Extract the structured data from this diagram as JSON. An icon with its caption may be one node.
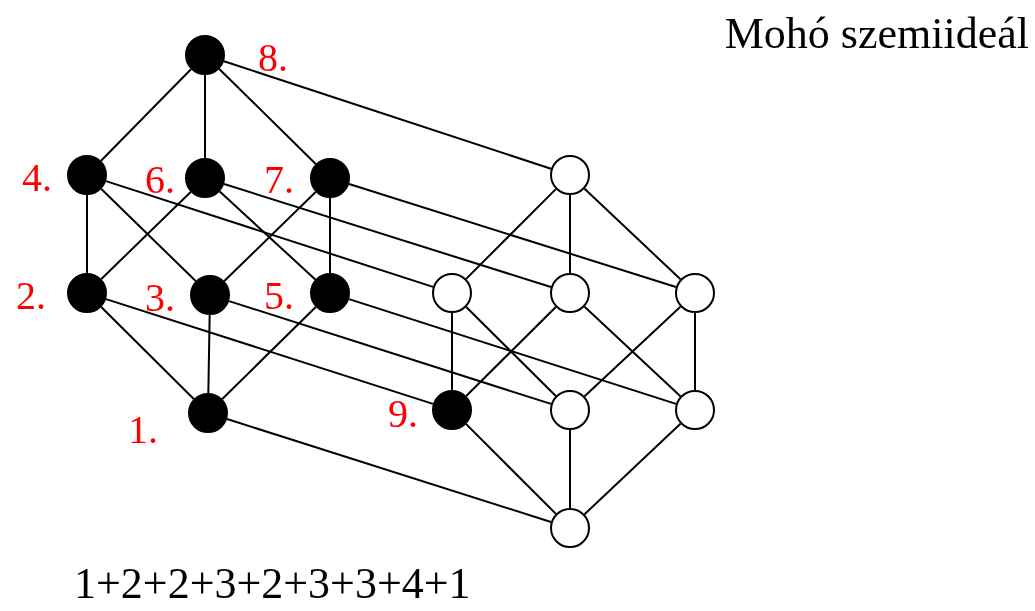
{
  "diagram": {
    "title": "Mohó szemiideál",
    "caption": "1+2+2+3+2+3+3+4+1",
    "nodes": [
      {
        "text": [],
        "shape": "dot",
        "beside": [
          "8."
        ]
      },
      {
        "text": [],
        "shape": "dot",
        "beside": [
          "4."
        ]
      },
      {
        "text": [],
        "shape": "dot",
        "beside": [
          "6."
        ]
      },
      {
        "text": [],
        "shape": "dot",
        "beside": [
          "7."
        ]
      },
      {
        "text": [],
        "shape": "circle"
      },
      {
        "text": [],
        "shape": "dot",
        "beside": [
          "2."
        ]
      },
      {
        "text": [],
        "shape": "dot",
        "beside": [
          "3."
        ]
      },
      {
        "text": [],
        "shape": "dot",
        "beside": [
          "5."
        ]
      },
      {
        "text": [],
        "shape": "circle"
      },
      {
        "text": [],
        "shape": "circle"
      },
      {
        "text": [],
        "shape": "circle"
      },
      {
        "text": [],
        "shape": "dot",
        "beside": [
          "1."
        ]
      },
      {
        "text": [],
        "shape": "dot",
        "beside": [
          "9."
        ]
      },
      {
        "text": [],
        "shape": "circle"
      },
      {
        "text": [],
        "shape": "circle"
      },
      {
        "text": [],
        "shape": "circle"
      }
    ],
    "edges": [
      {
        "from": 0,
        "to": 1,
        "arrow": "none"
      },
      {
        "from": 0,
        "to": 2,
        "arrow": "none"
      },
      {
        "from": 0,
        "to": 3,
        "arrow": "none"
      },
      {
        "from": 1,
        "to": 5,
        "arrow": "none"
      },
      {
        "from": 1,
        "to": 6,
        "arrow": "none"
      },
      {
        "from": 2,
        "to": 5,
        "arrow": "none"
      },
      {
        "from": 2,
        "to": 7,
        "arrow": "none"
      },
      {
        "from": 3,
        "to": 6,
        "arrow": "none"
      },
      {
        "from": 3,
        "to": 7,
        "arrow": "none"
      },
      {
        "from": 5,
        "to": 11,
        "arrow": "none"
      },
      {
        "from": 6,
        "to": 11,
        "arrow": "none"
      },
      {
        "from": 7,
        "to": 11,
        "arrow": "none"
      },
      {
        "from": 4,
        "to": 8,
        "arrow": "none"
      },
      {
        "from": 4,
        "to": 9,
        "arrow": "none"
      },
      {
        "from": 4,
        "to": 10,
        "arrow": "none"
      },
      {
        "from": 8,
        "to": 12,
        "arrow": "none"
      },
      {
        "from": 8,
        "to": 13,
        "arrow": "none"
      },
      {
        "from": 9,
        "to": 12,
        "arrow": "none"
      },
      {
        "from": 9,
        "to": 14,
        "arrow": "none"
      },
      {
        "from": 10,
        "to": 13,
        "arrow": "none"
      },
      {
        "from": 10,
        "to": 14,
        "arrow": "none"
      },
      {
        "from": 12,
        "to": 15,
        "arrow": "none"
      },
      {
        "from": 13,
        "to": 15,
        "arrow": "none"
      },
      {
        "from": 14,
        "to": 15,
        "arrow": "none"
      },
      {
        "from": 0,
        "to": 4,
        "arrow": "none"
      },
      {
        "from": 1,
        "to": 8,
        "arrow": "none"
      },
      {
        "from": 2,
        "to": 9,
        "arrow": "none"
      },
      {
        "from": 3,
        "to": 10,
        "arrow": "none"
      },
      {
        "from": 5,
        "to": 12,
        "arrow": "none"
      },
      {
        "from": 6,
        "to": 13,
        "arrow": "none"
      },
      {
        "from": 7,
        "to": 14,
        "arrow": "none"
      },
      {
        "from": 11,
        "to": 15,
        "arrow": "none"
      }
    ]
  }
}
